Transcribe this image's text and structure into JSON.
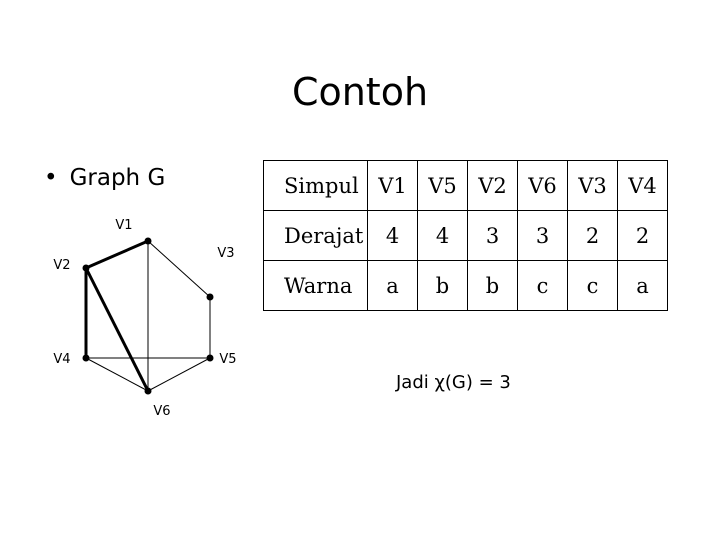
{
  "title": "Contoh",
  "bullet": {
    "marker": "•",
    "text": "Graph G"
  },
  "graph": {
    "vertices": [
      {
        "id": "V1",
        "label": "V1"
      },
      {
        "id": "V3",
        "label": "V3"
      },
      {
        "id": "V2",
        "label": "V2"
      },
      {
        "id": "V4",
        "label": "V4"
      },
      {
        "id": "V5",
        "label": "V5"
      },
      {
        "id": "V6",
        "label": "V6"
      }
    ],
    "edges": [
      {
        "from": "V1",
        "to": "V3",
        "bold": false
      },
      {
        "from": "V1",
        "to": "V2",
        "bold": true
      },
      {
        "from": "V1",
        "to": "V6",
        "bold": false
      },
      {
        "from": "V3",
        "to": "V5",
        "bold": false
      },
      {
        "from": "V2",
        "to": "V4",
        "bold": true
      },
      {
        "from": "V2",
        "to": "V6",
        "bold": true
      },
      {
        "from": "V4",
        "to": "V5",
        "bold": false
      },
      {
        "from": "V4",
        "to": "V6",
        "bold": false
      },
      {
        "from": "V5",
        "to": "V6",
        "bold": false
      }
    ]
  },
  "table": {
    "rows": [
      {
        "header": "Simpul",
        "cells": [
          "V1",
          "V5",
          "V2",
          "V6",
          "V3",
          "V4"
        ]
      },
      {
        "header": "Derajat",
        "cells": [
          "4",
          "4",
          "3",
          "3",
          "2",
          "2"
        ]
      },
      {
        "header": "Warna",
        "cells": [
          "a",
          "b",
          "b",
          "c",
          "c",
          "a"
        ]
      }
    ]
  },
  "conclusion": "Jadi χ(G) = 3"
}
